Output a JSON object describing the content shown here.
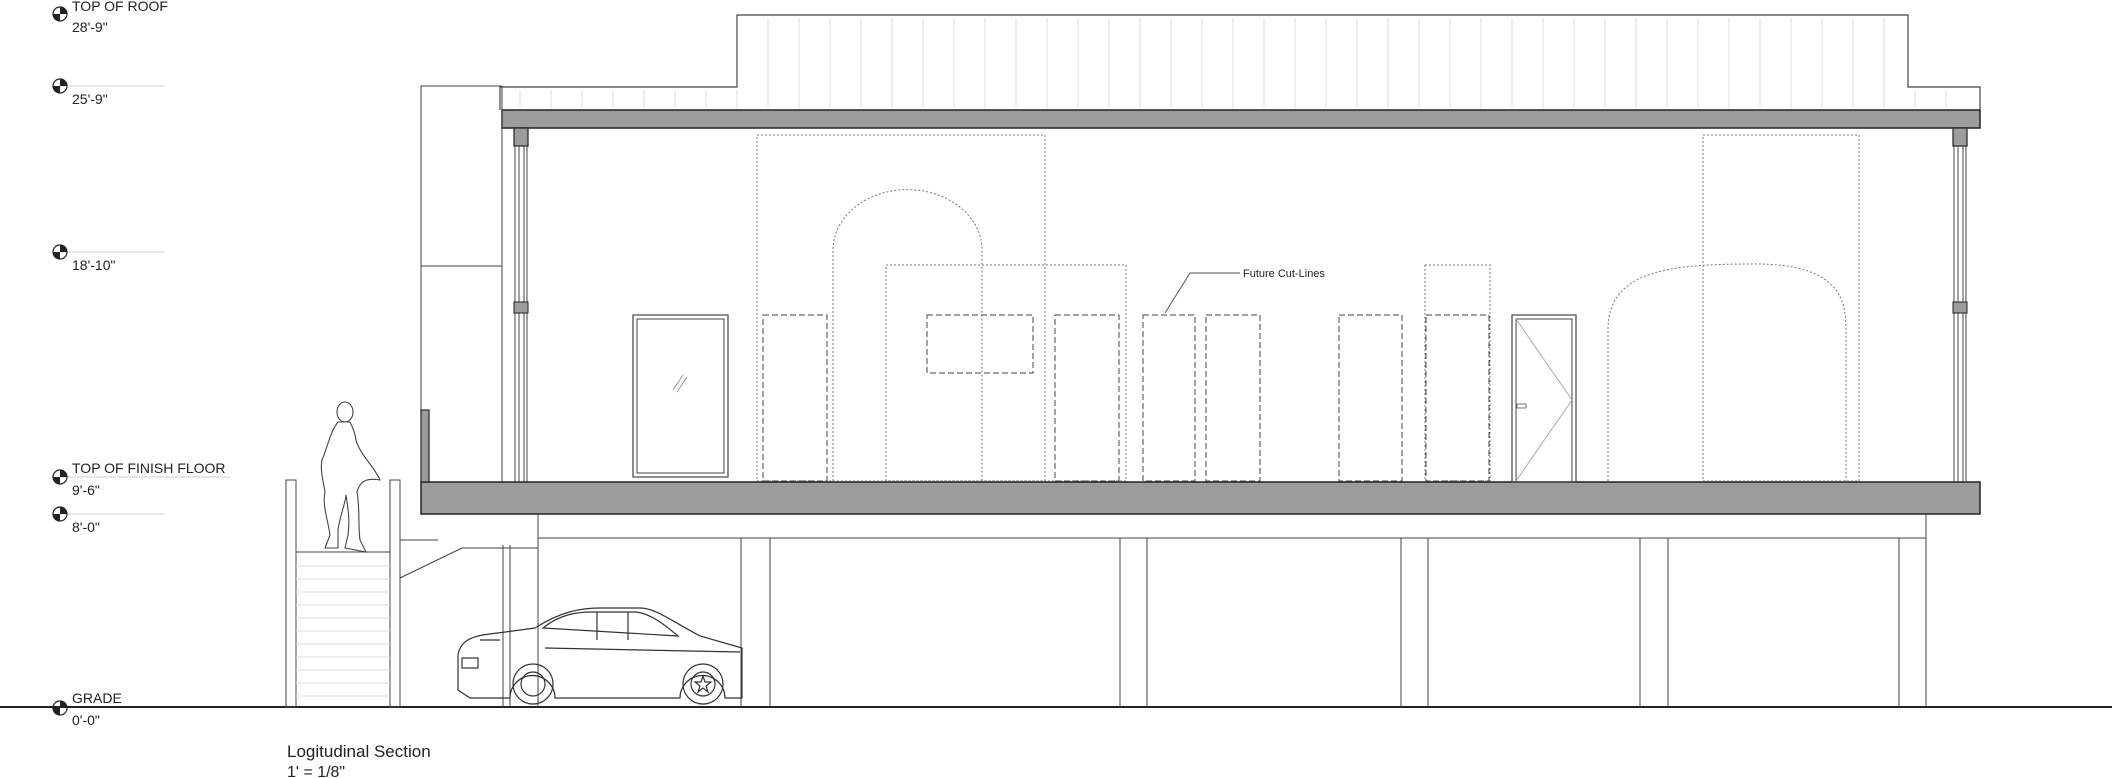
{
  "levels": [
    {
      "name": "TOP OF ROOF",
      "elevation": "28'-9\""
    },
    {
      "name": "",
      "elevation": "25'-9\""
    },
    {
      "name": "",
      "elevation": "18'-10\""
    },
    {
      "name": "TOP OF FINISH FLOOR",
      "elevation": "9'-6\""
    },
    {
      "name": "",
      "elevation": "8'-0\""
    },
    {
      "name": "GRADE",
      "elevation": "0'-0\""
    }
  ],
  "annotation": {
    "text": "Future Cut-Lines"
  },
  "title": {
    "main": "Logitudinal Section",
    "scale": "1' = 1/8\""
  }
}
